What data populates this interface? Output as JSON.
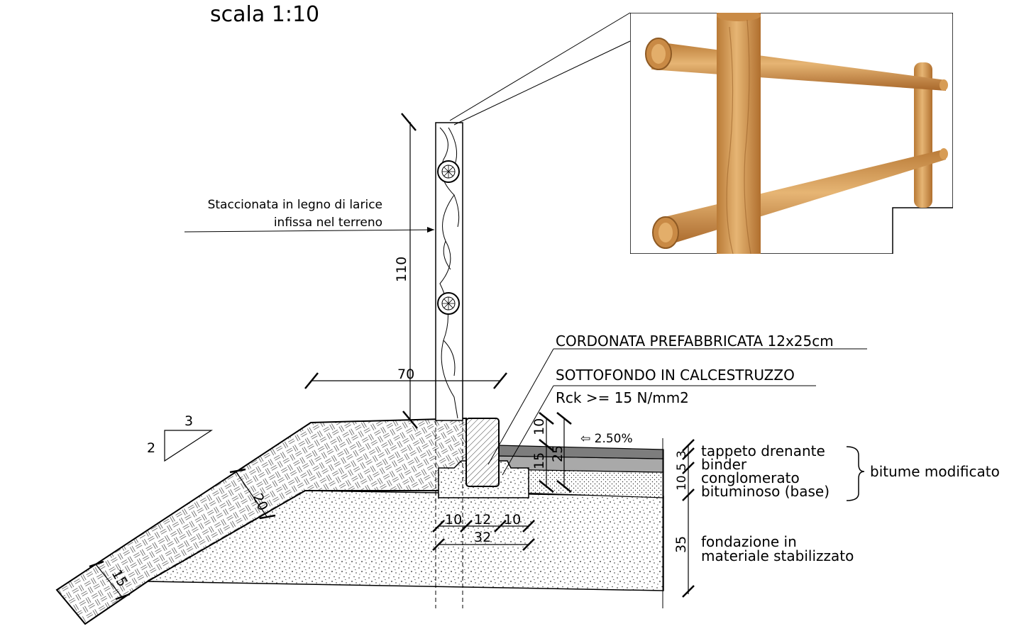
{
  "scale_title": "scala 1:10",
  "callouts": {
    "fence_line1": "Staccionata in legno di larice",
    "fence_line2": "infissa nel terreno",
    "curb": "CORDONATA PREFABBRICATA 12x25cm",
    "subbase_line1": "SOTTOFONDO IN CALCESTRUZZO",
    "subbase_line2": "Rck >= 15 N/mm2",
    "slope_arrow": "⇦ 2.50%"
  },
  "slope_triangle": {
    "rise": "2",
    "run": "3"
  },
  "layers": {
    "tappeto": "tappeto drenante",
    "binder": "binder",
    "conglomerato_1": "conglomerato",
    "conglomerato_2": "bituminoso (base)",
    "bitume": "bitume modificato",
    "fondazione_1": "fondazione in",
    "fondazione_2": "materiale stabilizzato"
  },
  "dimensions": {
    "fence_height": "110",
    "fence_spacing": "70",
    "embankment_top": "20",
    "embankment_bottom": "15",
    "curb_height": "25",
    "curb_above": "10",
    "curb_below": "15",
    "footing_left": "10",
    "footing_center": "12",
    "footing_right": "10",
    "footing_total": "32",
    "layer_tappeto": "3",
    "layer_binder": "5",
    "layer_base": "10",
    "layer_fondazione": "35"
  },
  "colors": {
    "line": "#000000",
    "asphalt_dark": "#8a8a8a",
    "asphalt_mid": "#a9a9a9",
    "wood_light": "#e0ac6a",
    "wood_dark": "#b97a36"
  }
}
